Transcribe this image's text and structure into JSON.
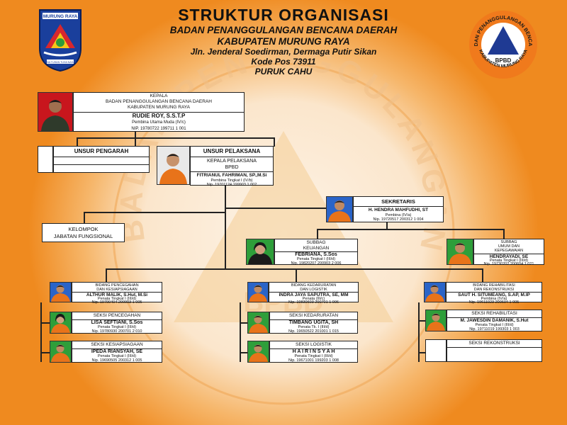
{
  "header": {
    "title": "STRUKTUR ORGANISASI",
    "agency": "BADAN PENANGGULANGAN BENCANA DAERAH",
    "regency": "KABUPATEN MURUNG RAYA",
    "address": "Jln. Jenderal Soedirman, Dermaga Putir Sikan",
    "postal": "Kode Pos 73911",
    "city": "PURUK CAHU"
  },
  "logos": {
    "left": {
      "top_text": "MURUNG RAYA",
      "bottom_text": "TANA TUHAN TUHA NAHAN"
    },
    "right": {
      "ring_top": "BADAN PENANGGULANGAN BENCANA",
      "ring_bottom": "KABUPATEN MURUNG RAYA",
      "center": "BPBD"
    }
  },
  "watermark": {
    "text": "BADAN PENANGGULANGAN BENCANA DAERAH",
    "letters": "BPBD"
  },
  "kepala": {
    "title_1": "KEPALA",
    "title_2": "BADAN PENANGGULANGAN BENCANA DAERAH",
    "title_3": "KABUPATEN MURUNG RAYA",
    "name": "RUDIE ROY, S.S.T.P",
    "rank": "Pembina Utama Muda (IV/c)",
    "nip": "NIP. 19780722 199711 1 001"
  },
  "unsur_pengarah": {
    "label": "UNSUR PENGARAH"
  },
  "unsur_pelaksana": {
    "label": "UNSUR PELAKSANA",
    "title_1": "KEPALA PELAKSANA",
    "title_2": "BPBD",
    "name": "FITRIANUL FAHRIMAN, SP.,M.Si",
    "rank": "Pembina Tingkat I (IV/b)",
    "nip": "Nip. 19701124 199903 1 002"
  },
  "sekretaris": {
    "label": "SEKRETARIS",
    "name": "H. HENDRA MAHFUDHI, ST",
    "rank": "Pembina (IV/a)",
    "nip": "Nip. 19720517 200312 1 004"
  },
  "kelompok": {
    "label_1": "KELOMPOK",
    "label_2": "JABATAN FUNGSIONAL"
  },
  "subbag_keuangan": {
    "label_1": "SUBBAG",
    "label_2": "KEUANGAN",
    "name": "FEBRIANA, S.Sos",
    "rank": "Penata Tingkat I (III/d)",
    "nip": "Nip. 19820207 200903 2 006"
  },
  "subbag_umum": {
    "label_1": "SUBBAG",
    "label_2": "UMUM DAN",
    "label_3": "KEPEGAWAIAN",
    "name": "HENDRAYADI, SE",
    "rank": "Penata Tingkat I (III/d)",
    "nip": "Nip. 19730202 200604 1 021"
  },
  "bidang_pencegahan": {
    "label_1": "BIDANG PENCEGAHAN",
    "label_2": "DAN KESIAPSIAGAAN",
    "name": "ALTHUR MALIK, S.Hut, M.Si",
    "rank": "Penata Tingkat I (III/d)",
    "nip": "Nip. 19790404 200903 1 005"
  },
  "bidang_kedaruratan": {
    "label_1": "BIDANG KEDARURATAN",
    "label_2": "DAN LOGISTIK",
    "name": "INDRA JAYA SAPUTRA, SE, MM",
    "rank": "Penata (III/c)",
    "nip": "Nip. 19830603 200701 1 006"
  },
  "bidang_rehabilitasi": {
    "label_1": "BIDANG REHABILITASI",
    "label_2": "DAN REKONSTRUKSI",
    "name": "SAUT H. SITUMEANG, S.AP, M.IP",
    "rank": "Pembina (IV/a)",
    "nip": "Nip. 19611023 200604 1 005"
  },
  "seksi_pencegahan": {
    "label": "SEKSI PENCEGAHAN",
    "name": "LISA SEFTIANI, S.Sos",
    "rank": "Penata Tingkat I (III/d)",
    "nip": "Nip. 19780930 200701 2 010"
  },
  "seksi_kesiapsiagaan": {
    "label": "SEKSI KESIAPSIAGAAN",
    "name": "IPEDA RIANSYAH, SE",
    "rank": "Penata Tingkat I (III/d)",
    "nip": "Nip. 19690505 200312 1 005"
  },
  "seksi_kedaruratan": {
    "label": "SEKSI KEDARURATAN",
    "name": "TIMBANG UGITA, SH",
    "rank": "Penata Tk. I (III/d)",
    "nip": "Nip. 19650522 201001 1 015"
  },
  "seksi_logistik": {
    "label": "SEKSI LOGISTIK",
    "name": "H A I R I N S Y A H",
    "rank": "Penata Tingkat I (III/d)",
    "nip": "Nip. 19671001 199203 1 008"
  },
  "seksi_rehabilitasi": {
    "label": "SEKSI REHABILITASI",
    "name": "M. JAWESDIN DAMANIK, S.Hut",
    "rank": "Penata Tingkat I (III/d)",
    "nip": "Nip. 19711019 199303 1 003"
  },
  "seksi_rekonstruksi": {
    "label": "SEKSI REKONSTRUKSI"
  },
  "colors": {
    "orange": "#ef8a1f",
    "uniform": "#e8731a",
    "border": "#222222",
    "logo_blue": "#1f3a93"
  }
}
